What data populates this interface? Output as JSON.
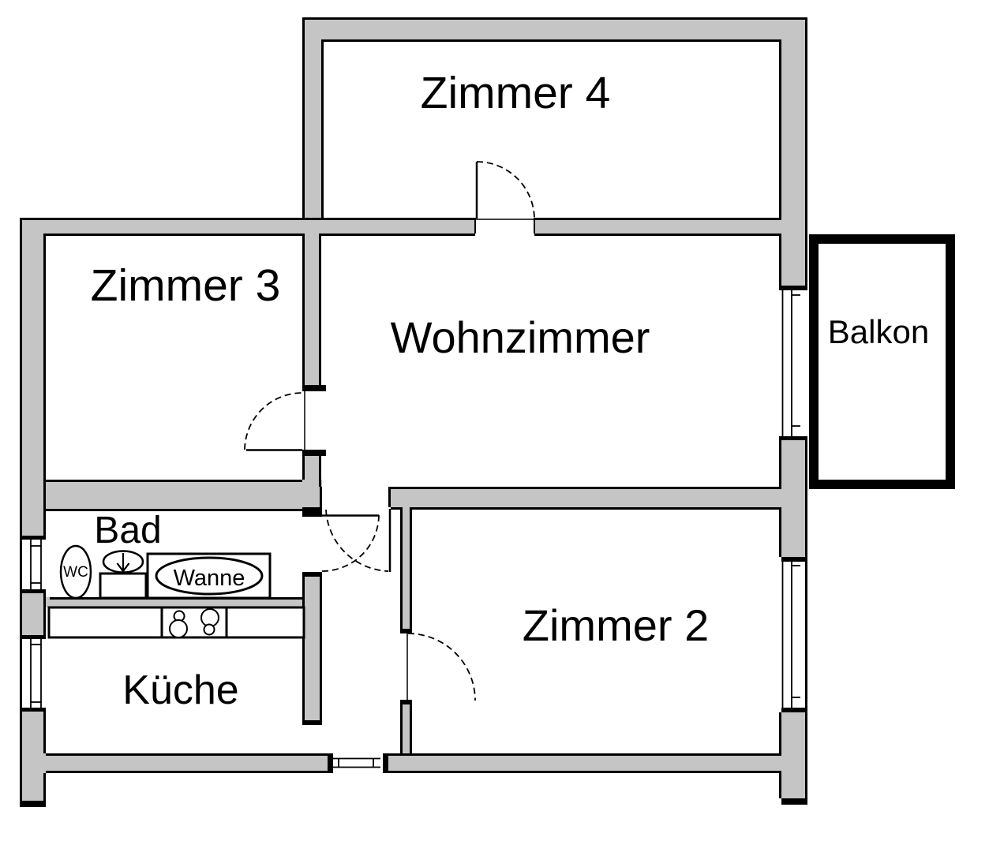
{
  "floorplan": {
    "rooms": {
      "zimmer4": {
        "label": "Zimmer 4"
      },
      "zimmer3": {
        "label": "Zimmer 3"
      },
      "wohnzimmer": {
        "label": "Wohnzimmer"
      },
      "balkon": {
        "label": "Balkon"
      },
      "bad": {
        "label": "Bad"
      },
      "kueche": {
        "label": "Küche"
      },
      "zimmer2": {
        "label": "Zimmer 2"
      }
    },
    "fixtures": {
      "wc": {
        "label": "WC"
      },
      "wanne": {
        "label": "Wanne"
      }
    },
    "colors": {
      "wall_fill": "#c5c5c5",
      "line": "#000000",
      "background": "#ffffff"
    }
  }
}
